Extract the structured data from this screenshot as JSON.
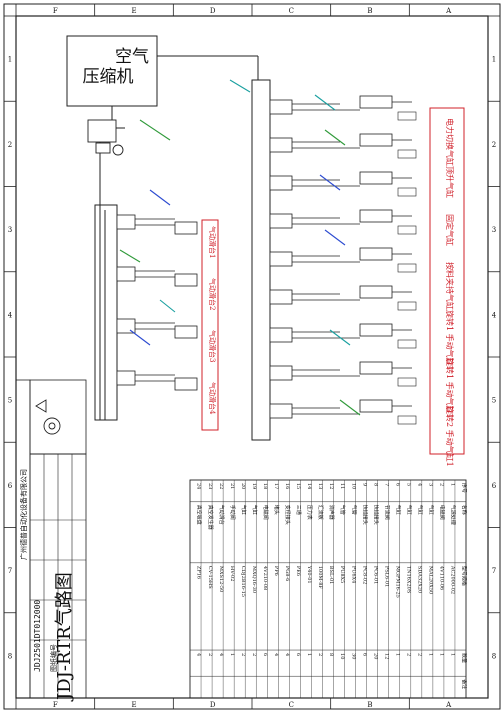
{
  "title_block": {
    "drawing_title": "JDJ-RTR气路图",
    "company": "广州德普自动化设备有限公司",
    "drawing_no_label": "图纸编号",
    "drawing_no": "JDJ2501DT012000"
  },
  "compressor": {
    "label": "空气压缩机"
  },
  "zone_columns": [
    "1",
    "2",
    "3",
    "4",
    "5",
    "6",
    "7",
    "8"
  ],
  "zone_rows": [
    "F",
    "E",
    "D",
    "C",
    "B",
    "A"
  ],
  "red_labels_right": [
    "电力切换气缸",
    "顶升气缸",
    "固定气缸",
    "按料夹持气缸",
    "旋转1  手动气缸1",
    "旋转1  手动气缸1",
    "旋转2  手动气缸1"
  ],
  "red_labels_left": [
    "气动滑台1",
    "气动滑台2",
    "气动滑台3",
    "气动滑台4"
  ],
  "bom": {
    "headers": [
      "序号",
      "名称",
      "型号规格",
      "数量",
      "备注"
    ],
    "rows": [
      [
        "1",
        "气源处理",
        "AC2000-02",
        "1",
        ""
      ],
      [
        "2",
        "电磁阀",
        "4V110-06",
        "1",
        ""
      ],
      [
        "3",
        "气缸",
        "MAL20X50",
        "1",
        ""
      ],
      [
        "4",
        "气缸",
        "SDA32X20",
        "2",
        ""
      ],
      [
        "5",
        "气缸",
        "TN16X20S",
        "2",
        ""
      ],
      [
        "6",
        "气缸",
        "MGPM16-25",
        "1",
        ""
      ],
      [
        "7",
        "节流阀",
        "PSL6-01",
        "12",
        ""
      ],
      [
        "8",
        "快插接头",
        "PC6-01",
        "20",
        ""
      ],
      [
        "9",
        "快插接头",
        "PC8-02",
        "6",
        ""
      ],
      [
        "10",
        "气管",
        "PU6X4",
        "30",
        ""
      ],
      [
        "11",
        "气管",
        "PU8X5",
        "10",
        ""
      ],
      [
        "12",
        "消声器",
        "BSL-01",
        "8",
        ""
      ],
      [
        "13",
        "汇流板",
        "100M-8F",
        "2",
        ""
      ],
      [
        "14",
        "压力表",
        "Y40-01",
        "1",
        ""
      ],
      [
        "15",
        "三通",
        "PE6",
        "6",
        ""
      ],
      [
        "16",
        "变径接头",
        "PG8-6",
        "4",
        ""
      ],
      [
        "17",
        "堵头",
        "PP6",
        "4",
        ""
      ],
      [
        "18",
        "电磁阀",
        "4V210-08",
        "6",
        ""
      ],
      [
        "19",
        "气缸",
        "MXQ16-30",
        "2",
        ""
      ],
      [
        "20",
        "气缸",
        "CDJ2B16-15",
        "2",
        ""
      ],
      [
        "21",
        "手动阀",
        "HV-02",
        "1",
        ""
      ],
      [
        "22",
        "气动滑台",
        "MXS12-50",
        "4",
        ""
      ],
      [
        "23",
        "真空发生器",
        "CV-15HS",
        "2",
        ""
      ],
      [
        "24",
        "真空吸盘",
        "ZP16",
        "4",
        ""
      ]
    ]
  }
}
